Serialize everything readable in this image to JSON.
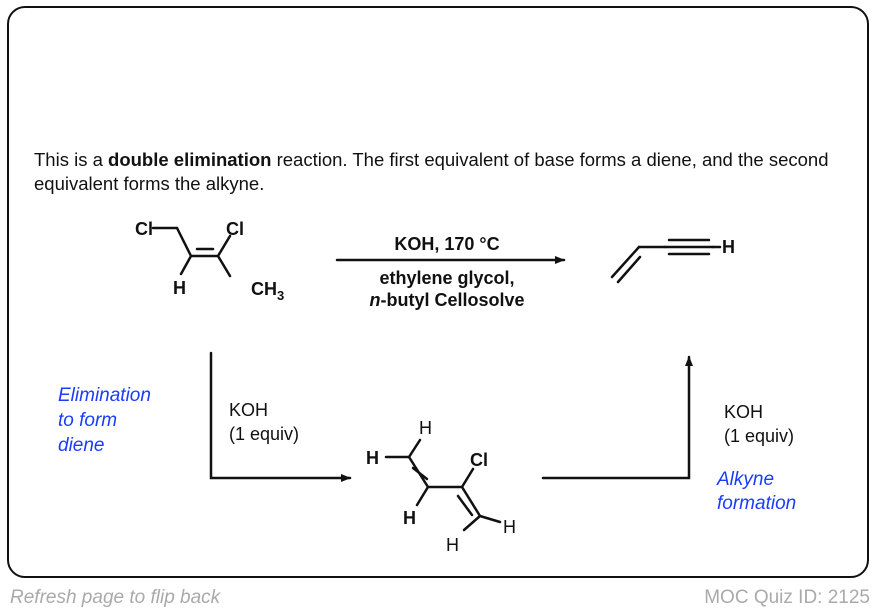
{
  "intro": {
    "part1": "This is a ",
    "bold": "double elimination",
    "part2": " reaction. The first equivalent of base forms a diene, and the second equivalent forms the alkyne."
  },
  "reaction": {
    "reagent_top": "KOH, 170 °C",
    "solvent_line1": "ethylene glycol,",
    "solvent_italic": "n",
    "solvent_line2": "-butyl Cellosolve"
  },
  "starting_material": {
    "cl1": "Cl",
    "cl2": "Cl",
    "h": "H",
    "ch3_c": "CH",
    "ch3_sub": "3"
  },
  "product": {
    "h": "H"
  },
  "intermediate": {
    "h_left": "H",
    "h_top": "H",
    "cl": "Cl",
    "h_bottom_left": "H",
    "h_right": "H",
    "h_bottom": "H"
  },
  "step1": {
    "note": [
      "Elimination",
      "to form",
      "diene"
    ],
    "reagent": [
      "KOH",
      "(1 equiv)"
    ]
  },
  "step2": {
    "note": [
      "Alkyne",
      "formation"
    ],
    "reagent": [
      "KOH",
      "(1 equiv)"
    ]
  },
  "colors": {
    "note": "#1a3cff",
    "ink": "#111111",
    "footer": "#aaaaaa"
  },
  "footer": {
    "left": "Refresh page to flip back",
    "right": "MOC Quiz ID: 2125"
  }
}
